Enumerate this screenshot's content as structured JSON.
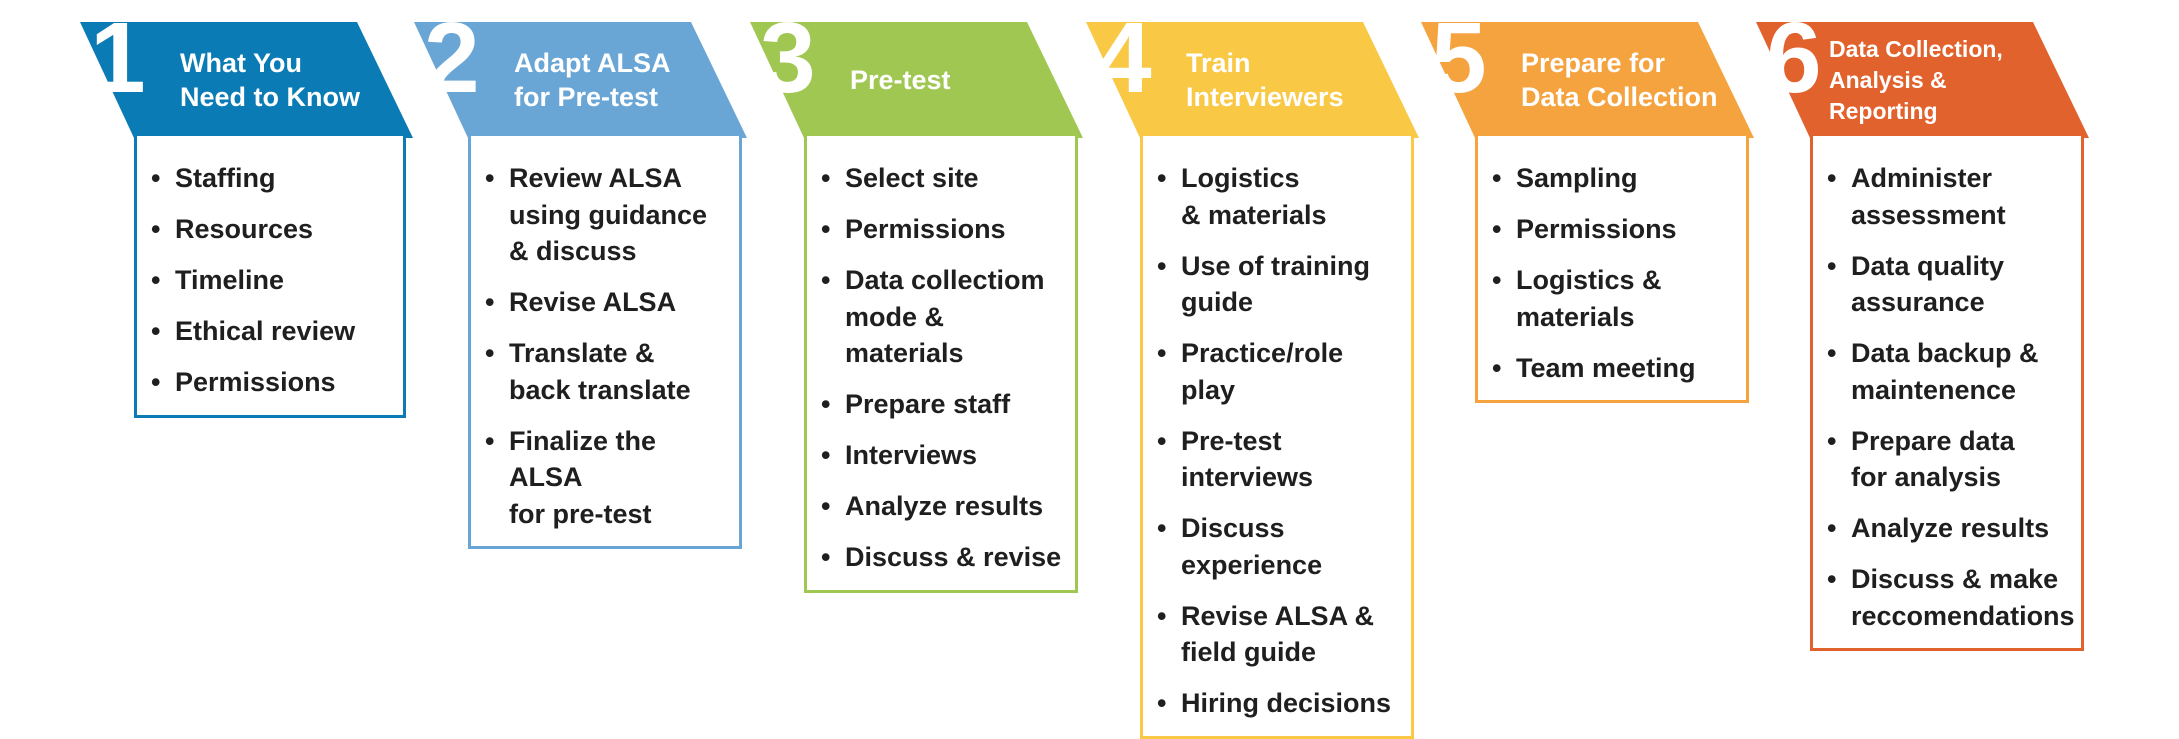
{
  "steps": [
    {
      "number": "1",
      "title": "What You\nNeed to Know",
      "color": "#0a7bb4",
      "items": [
        "Staffing",
        "Resources",
        "Timeline",
        "Ethical review",
        "Permissions"
      ]
    },
    {
      "number": "2",
      "title": "Adapt ALSA\nfor Pre-test",
      "color": "#6aa6d5",
      "items": [
        "Review ALSA\nusing guidance\n& discuss",
        "Revise ALSA",
        "Translate &\nback translate",
        "Finalize the ALSA\nfor pre-test"
      ]
    },
    {
      "number": "3",
      "title": "Pre-test",
      "color": "#a1c753",
      "items": [
        "Select site",
        "Permissions",
        "Data collectiom\nmode & materials",
        "Prepare staff",
        "Interviews",
        "Analyze results",
        "Discuss & revise"
      ]
    },
    {
      "number": "4",
      "title": "Train\nInterviewers",
      "color": "#f9c844",
      "items": [
        "Logistics\n& materials",
        "Use of training\nguide",
        "Practice/role play",
        "Pre-test interviews",
        "Discuss experience",
        "Revise ALSA &\n field guide",
        "Hiring decisions"
      ]
    },
    {
      "number": "5",
      "title": "Prepare for\nData Collection",
      "color": "#f5a33f",
      "items": [
        "Sampling",
        "Permissions",
        "Logistics &\nmaterials",
        "Team meeting"
      ]
    },
    {
      "number": "6",
      "title": "Data Collection,\nAnalysis & Reporting",
      "color": "#e2622d",
      "items": [
        "Administer\nassessment",
        "Data quality\nassurance",
        "Data backup &\nmaintenence",
        "Prepare data\nfor analysis",
        "Analyze results",
        "Discuss & make\nreccomendations"
      ]
    }
  ]
}
